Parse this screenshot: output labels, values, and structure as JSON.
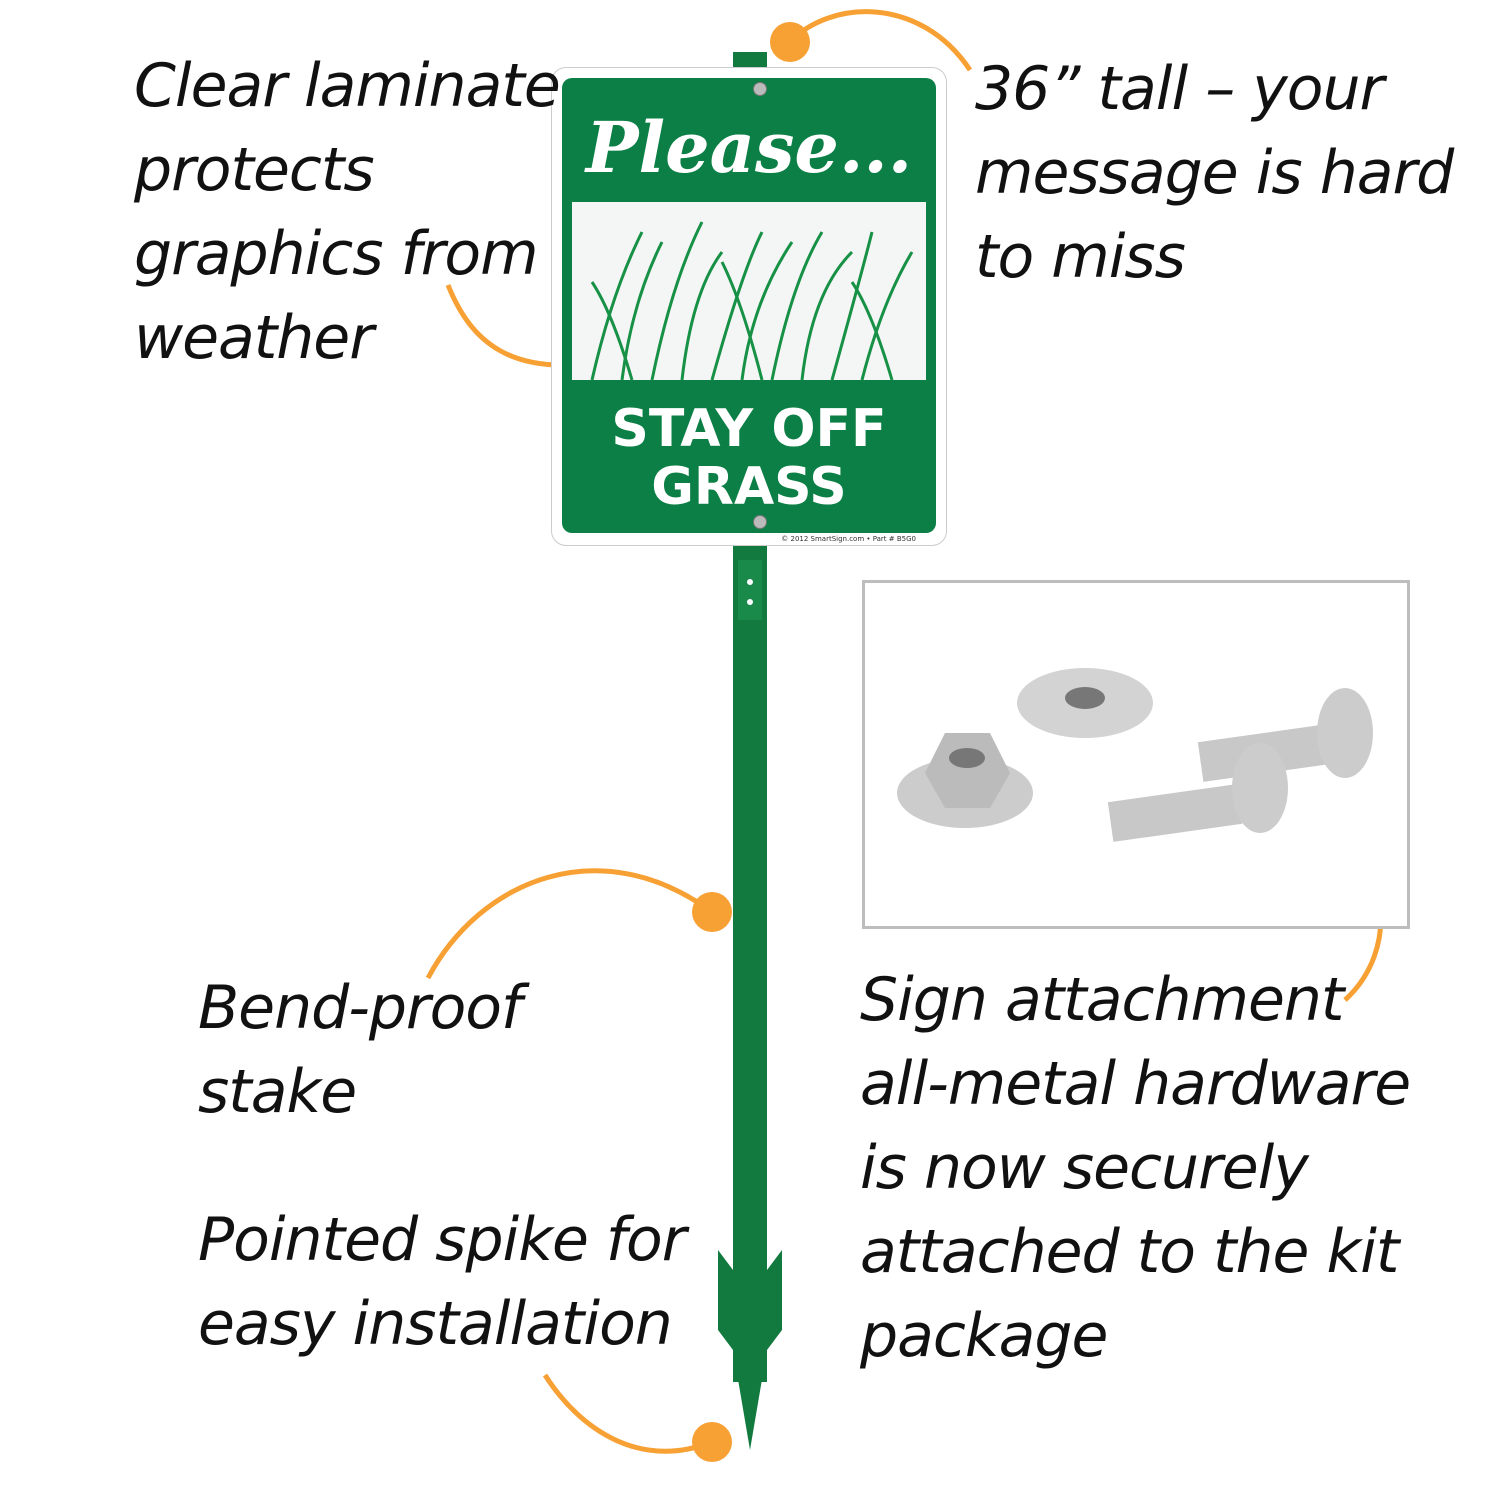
{
  "captions": {
    "laminate": "Clear laminate\nprotects\ngraphics from\nweather",
    "tall": "36” tall – your\nmessage is hard\nto miss",
    "stake": "Bend-proof\nstake",
    "spike": "Pointed spike for\neasy installation",
    "hardware": "Sign attachment\nall-metal hardware\nis now securely\nattached to the kit\npackage"
  },
  "sign": {
    "header": "Please...",
    "line1": "STAY OFF",
    "line2": "GRASS",
    "footer": "© 2012 SmartSign.com • Part # B5G0"
  },
  "colors": {
    "green": "#0b7f45",
    "orange": "#f7a034"
  }
}
